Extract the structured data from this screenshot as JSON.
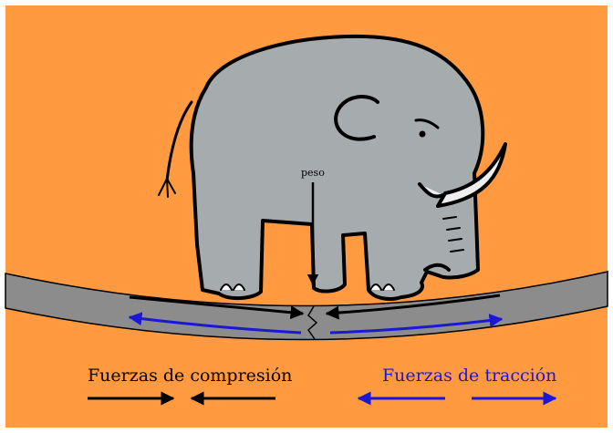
{
  "labels": {
    "weight": "peso",
    "compression": "Fuerzas de compresión",
    "traction": "Fuerzas de tracción"
  },
  "colors": {
    "background": "#ff9a40",
    "beam": "#8c8c8c",
    "elephant": "#a6acad",
    "tusk": "#eeeeee",
    "outline": "#000000",
    "compression": "#000000",
    "traction": "#1a17d6"
  },
  "icons": [
    "elephant-illustration",
    "beam",
    "crack",
    "weight-arrow",
    "compression-arrows",
    "traction-arrows"
  ]
}
